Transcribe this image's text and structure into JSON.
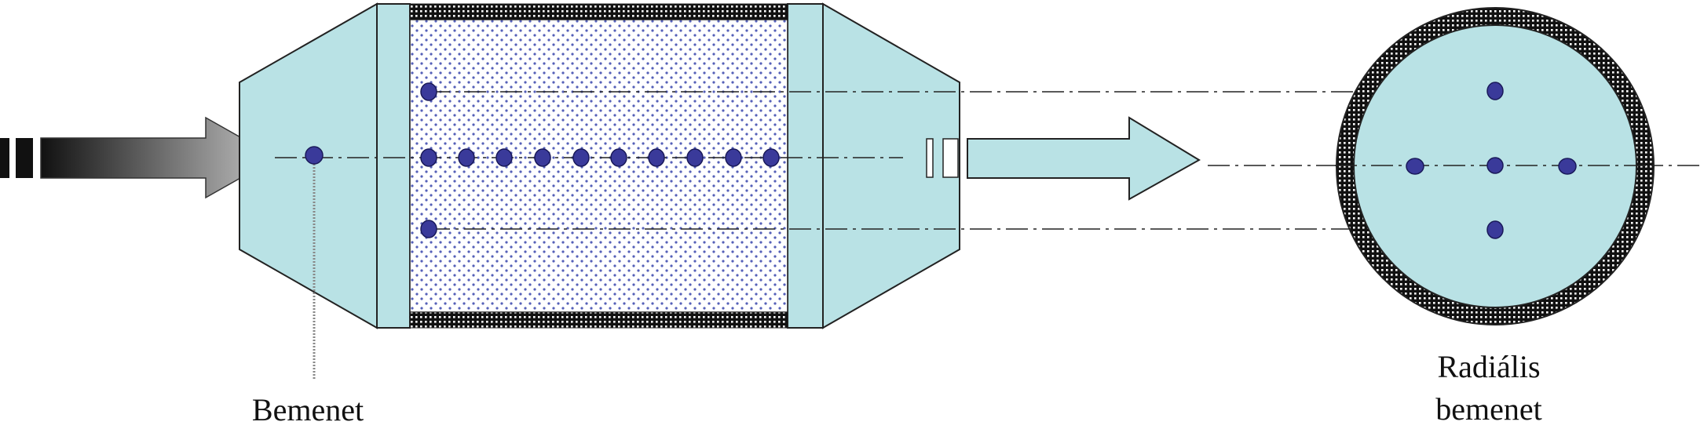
{
  "labels": {
    "input": "Bemenet",
    "radial_line1": "Radiális",
    "radial_line2": "bemenet"
  },
  "colors": {
    "housing_fill": "#b9e2e5",
    "dot_fill": "#3a3a9a",
    "dot_stroke": "#1a1a5a",
    "outline": "#222222",
    "packing_dot": "#5560b8",
    "mesh": "#111111"
  }
}
